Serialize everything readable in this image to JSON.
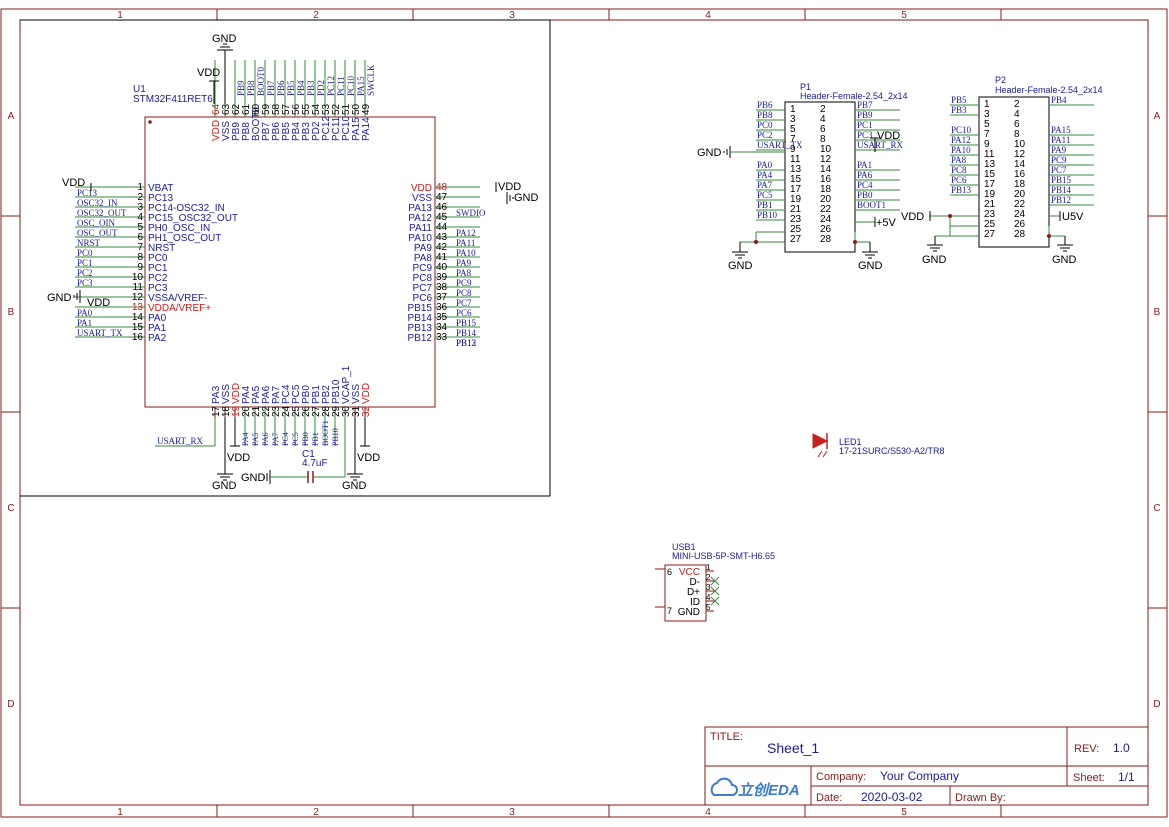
{
  "frame": {
    "columns": [
      "1",
      "2",
      "3",
      "4",
      "5"
    ],
    "rows": [
      "A",
      "B",
      "C",
      "D"
    ]
  },
  "title_block": {
    "title_label": "TITLE:",
    "title": "Sheet_1",
    "rev_label": "REV:",
    "rev": "1.0",
    "company_label": "Company:",
    "company": "Your Company",
    "sheet_label": "Sheet:",
    "sheet": "1/1",
    "date_label": "Date:",
    "date": "2020-03-02",
    "drawn_label": "Drawn By:",
    "drawn": "",
    "logo_text": "立创EDA",
    "colors": {
      "frame": "#8b1a1a",
      "value": "#1a1aa6"
    }
  },
  "u1": {
    "ref": "U1",
    "part": "STM32F411RET6",
    "left_pins": [
      {
        "num": "1",
        "name": "VBAT",
        "net": "VDD"
      },
      {
        "num": "2",
        "name": "PC13",
        "net": "PC13"
      },
      {
        "num": "3",
        "name": "PC14-OSC32_IN",
        "net": "OSC32_IN"
      },
      {
        "num": "4",
        "name": "PC15_OSC32_OUT",
        "net": "OSC32_OUT"
      },
      {
        "num": "5",
        "name": "PH0_OSC_IN",
        "net": "OSC_OIN"
      },
      {
        "num": "6",
        "name": "PH1_OSC_OUT",
        "net": "OSC_OUT"
      },
      {
        "num": "7",
        "name": "NRST",
        "net": "NRST"
      },
      {
        "num": "8",
        "name": "PC0",
        "net": "PC0"
      },
      {
        "num": "9",
        "name": "PC1",
        "net": "PC1"
      },
      {
        "num": "10",
        "name": "PC2",
        "net": "PC2"
      },
      {
        "num": "11",
        "name": "PC3",
        "net": "PC3"
      },
      {
        "num": "12",
        "name": "VSSA/VREF-",
        "net": "GND"
      },
      {
        "num": "13",
        "name": "VDDA/VREF+",
        "net": "VDD"
      },
      {
        "num": "14",
        "name": "PA0",
        "net": "PA0"
      },
      {
        "num": "15",
        "name": "PA1",
        "net": "PA1"
      },
      {
        "num": "16",
        "name": "PA2",
        "net": "USART_TX"
      }
    ],
    "right_pins": [
      {
        "num": "48",
        "name": "VDD",
        "net": "VDD"
      },
      {
        "num": "47",
        "name": "VSS",
        "net": "GND"
      },
      {
        "num": "46",
        "name": "PA13",
        "net": "SWDIO"
      },
      {
        "num": "45",
        "name": "PA12",
        "net": ""
      },
      {
        "num": "44",
        "name": "PA11",
        "net": "PA12"
      },
      {
        "num": "43",
        "name": "PA10",
        "net": "PA11"
      },
      {
        "num": "42",
        "name": "PA9",
        "net": "PA10"
      },
      {
        "num": "41",
        "name": "PA8",
        "net": "PA9"
      },
      {
        "num": "40",
        "name": "PC9",
        "net": "PA8"
      },
      {
        "num": "39",
        "name": "PC8",
        "net": "PC9"
      },
      {
        "num": "38",
        "name": "PC7",
        "net": "PC8"
      },
      {
        "num": "37",
        "name": "PC6",
        "net": "PC7"
      },
      {
        "num": "36",
        "name": "PB15",
        "net": "PC6"
      },
      {
        "num": "35",
        "name": "PB14",
        "net": "PB15"
      },
      {
        "num": "34",
        "name": "PB13",
        "net": "PB14"
      },
      {
        "num": "33",
        "name": "PB12",
        "net": "PB13"
      }
    ],
    "right_extra_net": "PB12",
    "top_pins": [
      {
        "num": "64",
        "name": "VDD",
        "net": ""
      },
      {
        "num": "63",
        "name": "VSS",
        "net": ""
      },
      {
        "num": "62",
        "name": "PB9",
        "net": "PB9"
      },
      {
        "num": "61",
        "name": "PB8",
        "net": "PB8"
      },
      {
        "num": "60",
        "name": "BOOT0",
        "net": "BOOT0"
      },
      {
        "num": "59",
        "name": "PB7",
        "net": "PB7"
      },
      {
        "num": "58",
        "name": "PB6",
        "net": "PB6"
      },
      {
        "num": "57",
        "name": "PB5",
        "net": "PB5"
      },
      {
        "num": "56",
        "name": "PB4",
        "net": "PB4"
      },
      {
        "num": "55",
        "name": "PB3",
        "net": "PB3"
      },
      {
        "num": "54",
        "name": "PD2",
        "net": "PD2"
      },
      {
        "num": "53",
        "name": "PC12",
        "net": "PC12"
      },
      {
        "num": "52",
        "name": "PC11",
        "net": "PC11"
      },
      {
        "num": "51",
        "name": "PC10",
        "net": "PC10"
      },
      {
        "num": "50",
        "name": "PA15",
        "net": "PA15"
      },
      {
        "num": "49",
        "name": "PA14",
        "net": "SWCLK"
      }
    ],
    "bottom_pins": [
      {
        "num": "17",
        "name": "PA3",
        "net": ""
      },
      {
        "num": "18",
        "name": "VSS",
        "net": ""
      },
      {
        "num": "19",
        "name": "VDD",
        "net": ""
      },
      {
        "num": "20",
        "name": "PA4",
        "net": "PA4"
      },
      {
        "num": "21",
        "name": "PA5",
        "net": "PA5"
      },
      {
        "num": "22",
        "name": "PA6",
        "net": "PA6"
      },
      {
        "num": "23",
        "name": "PA7",
        "net": "PA7"
      },
      {
        "num": "24",
        "name": "PC4",
        "net": "PC4"
      },
      {
        "num": "25",
        "name": "PC5",
        "net": "PC5"
      },
      {
        "num": "26",
        "name": "PB0",
        "net": "PB0"
      },
      {
        "num": "27",
        "name": "PB1",
        "net": "PB1"
      },
      {
        "num": "28",
        "name": "PB2",
        "net": "BOOT1"
      },
      {
        "num": "29",
        "name": "PB10",
        "net": "PB10"
      },
      {
        "num": "30",
        "name": "VCAP_1",
        "net": ""
      },
      {
        "num": "31",
        "name": "VSS",
        "net": ""
      },
      {
        "num": "32",
        "name": "VDD",
        "net": ""
      }
    ],
    "bottom_net_usart_rx": "USART_RX"
  },
  "c1": {
    "ref": "C1",
    "value": "4.7uF"
  },
  "p1": {
    "ref": "P1",
    "part": "Header-Female-2.54_2x14",
    "rows": [
      {
        "l": "1",
        "r": "2",
        "ln": "PB6",
        "rn": "PB7"
      },
      {
        "l": "3",
        "r": "4",
        "ln": "PB8",
        "rn": "PB9"
      },
      {
        "l": "5",
        "r": "6",
        "ln": "PC0",
        "rn": "PC1"
      },
      {
        "l": "7",
        "r": "8",
        "ln": "PC2",
        "rn": "PC3"
      },
      {
        "l": "9",
        "r": "10",
        "ln": "USART_TX",
        "rn": "USART_RX"
      },
      {
        "l": "11",
        "r": "12",
        "ln": "",
        "rn": ""
      },
      {
        "l": "13",
        "r": "14",
        "ln": "PA0",
        "rn": "PA1"
      },
      {
        "l": "15",
        "r": "16",
        "ln": "PA4",
        "rn": "PA6"
      },
      {
        "l": "17",
        "r": "18",
        "ln": "PA7",
        "rn": "PC4"
      },
      {
        "l": "19",
        "r": "20",
        "ln": "PC5",
        "rn": "PB0"
      },
      {
        "l": "21",
        "r": "22",
        "ln": "PB1",
        "rn": "BOOT1"
      },
      {
        "l": "23",
        "r": "24",
        "ln": "PB10",
        "rn": ""
      },
      {
        "l": "25",
        "r": "26",
        "ln": "",
        "rn": ""
      },
      {
        "l": "27",
        "r": "28",
        "ln": "",
        "rn": ""
      }
    ]
  },
  "p2": {
    "ref": "P2",
    "part": "Header-Female-2.54_2x14",
    "rows": [
      {
        "l": "1",
        "r": "2",
        "ln": "PB5",
        "rn": "PB4"
      },
      {
        "l": "3",
        "r": "4",
        "ln": "PB3",
        "rn": ""
      },
      {
        "l": "5",
        "r": "6",
        "ln": "",
        "rn": ""
      },
      {
        "l": "7",
        "r": "8",
        "ln": "PC10",
        "rn": "PA15"
      },
      {
        "l": "9",
        "r": "10",
        "ln": "PA12",
        "rn": "PA11"
      },
      {
        "l": "11",
        "r": "12",
        "ln": "PA10",
        "rn": "PA9"
      },
      {
        "l": "13",
        "r": "14",
        "ln": "PA8",
        "rn": "PC9"
      },
      {
        "l": "15",
        "r": "16",
        "ln": "PC8",
        "rn": "PC7"
      },
      {
        "l": "17",
        "r": "18",
        "ln": "PC6",
        "rn": "PB15"
      },
      {
        "l": "19",
        "r": "20",
        "ln": "PB13",
        "rn": "PB14"
      },
      {
        "l": "21",
        "r": "22",
        "ln": "",
        "rn": "PB12"
      },
      {
        "l": "23",
        "r": "24",
        "ln": "",
        "rn": ""
      },
      {
        "l": "25",
        "r": "26",
        "ln": "",
        "rn": ""
      },
      {
        "l": "27",
        "r": "28",
        "ln": "",
        "rn": ""
      }
    ]
  },
  "led1": {
    "ref": "LED1",
    "part": "17-21SURC/S530-A2/TR8"
  },
  "usb1": {
    "ref": "USB1",
    "part": "MINI-USB-5P-SMT-H6.65",
    "pins": [
      {
        "num": "1",
        "name": "VCC"
      },
      {
        "num": "2",
        "name": "D-"
      },
      {
        "num": "3",
        "name": "D+"
      },
      {
        "num": "4",
        "name": "ID"
      },
      {
        "num": "5",
        "name": "GND"
      }
    ],
    "left_pin_6": "6",
    "left_pin_7": "7"
  },
  "power": {
    "gnd": "GND",
    "vdd": "VDD",
    "p5v": "+5V",
    "u5v": "U5V",
    "pin3v3": "VDD"
  }
}
